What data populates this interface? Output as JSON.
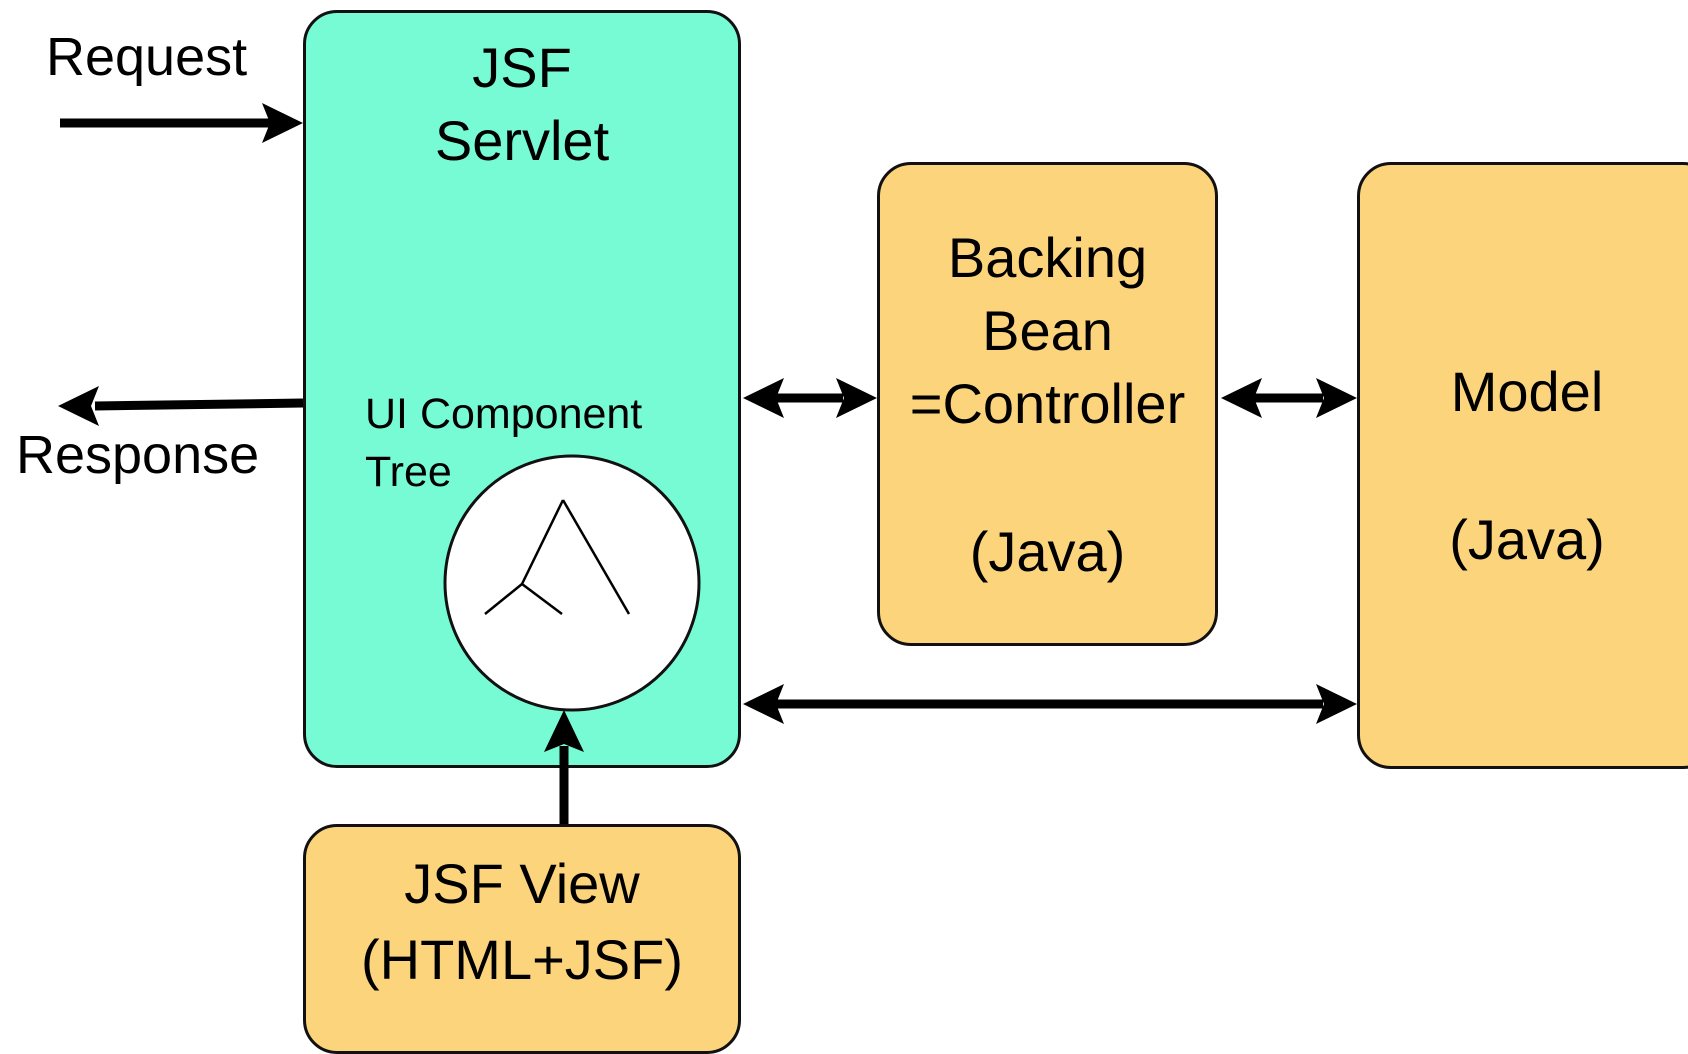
{
  "colors": {
    "servlet_fill": "#77FBD5",
    "java_fill": "#FCD47C",
    "line": "#000000"
  },
  "labels": {
    "request": "Request",
    "response": "Response",
    "servlet_line1": "JSF",
    "servlet_line2": "Servlet",
    "ui_tree_line1": "UI Component",
    "ui_tree_line2": "Tree",
    "bean_line1": "Backing",
    "bean_line2": "Bean",
    "bean_line3": "=Controller",
    "bean_line4": "(Java)",
    "model_line1": "Model",
    "model_line2": "(Java)",
    "view_line1": "JSF View",
    "view_line2": "(HTML+JSF)"
  },
  "connections": [
    {
      "from": "external",
      "to": "jsf-servlet",
      "label": "Request"
    },
    {
      "from": "jsf-servlet",
      "to": "external",
      "label": "Response"
    },
    {
      "from": "jsf-servlet",
      "to": "backing-bean",
      "bidirectional": true
    },
    {
      "from": "backing-bean",
      "to": "model",
      "bidirectional": true
    },
    {
      "from": "jsf-servlet",
      "to": "model",
      "bidirectional": true
    },
    {
      "from": "jsf-view",
      "to": "ui-component-tree"
    }
  ]
}
